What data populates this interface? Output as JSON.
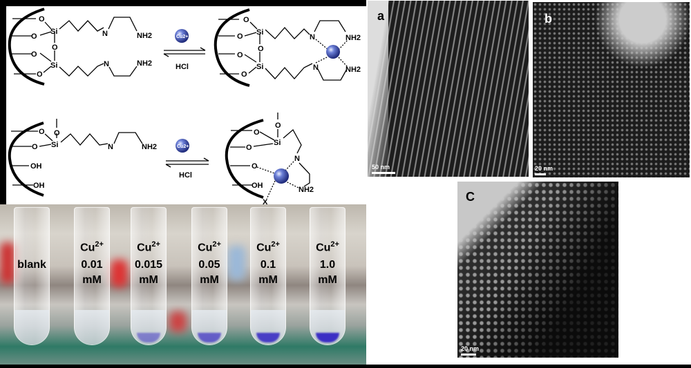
{
  "scheme": {
    "si": "Si",
    "o": "O",
    "n": "N",
    "nh2": "NH2",
    "oh": "OH",
    "x": "X",
    "cu": "Cu2+",
    "hcl": "HCl"
  },
  "photo": {
    "tubes": [
      {
        "label_top": "",
        "label_value": "blank",
        "label_unit": "",
        "blue": 0
      },
      {
        "label_top": "Cu",
        "label_sup": "2+",
        "label_value": "0.01",
        "label_unit": "mM",
        "blue": 0
      },
      {
        "label_top": "Cu",
        "label_sup": "2+",
        "label_value": "0.015",
        "label_unit": "mM",
        "blue": 0.5
      },
      {
        "label_top": "Cu",
        "label_sup": "2+",
        "label_value": "0.05",
        "label_unit": "mM",
        "blue": 0.7
      },
      {
        "label_top": "Cu",
        "label_sup": "2+",
        "label_value": "0.1",
        "label_unit": "mM",
        "blue": 0.9
      },
      {
        "label_top": "Cu",
        "label_sup": "2+",
        "label_value": "1.0",
        "label_unit": "mM",
        "blue": 1
      }
    ]
  },
  "tem": {
    "a": {
      "label": "a",
      "scale": "50 nm"
    },
    "b": {
      "label": "b",
      "scale": "20 nm"
    },
    "c": {
      "label": "C",
      "scale": "20 nm"
    }
  },
  "colors": {
    "cu_ball": "#3d4fb0",
    "blue_precipitate": "#3c2fc4"
  }
}
